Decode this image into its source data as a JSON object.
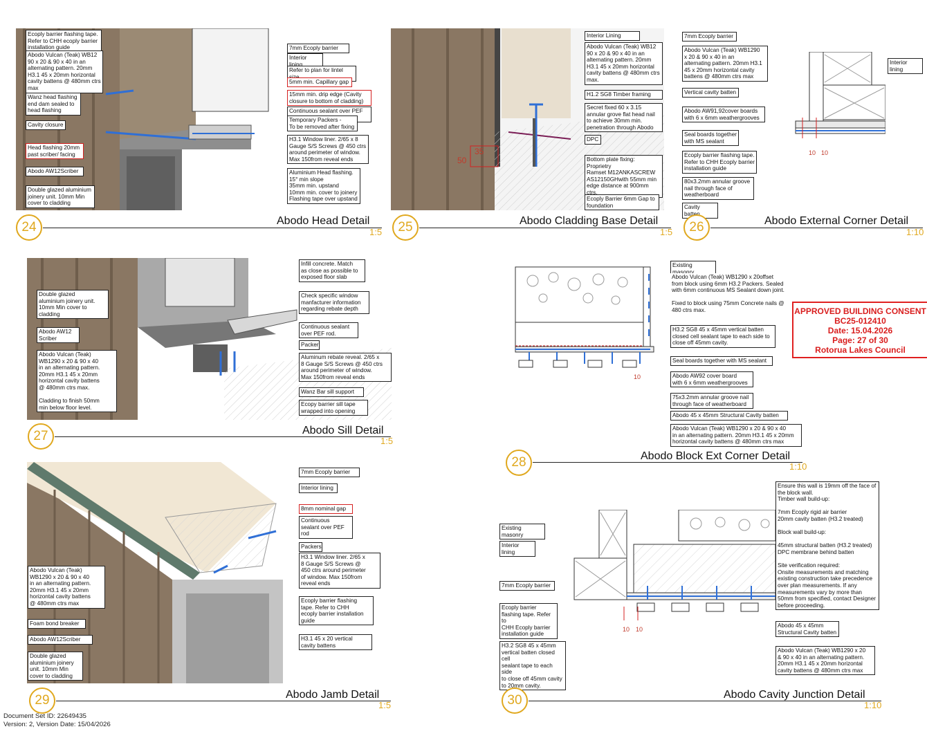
{
  "details": {
    "d24": {
      "number": "24",
      "title": "Abodo Head Detail",
      "scale": "1:5",
      "labels": {
        "a": "Ecoply barrier flashing tape.\nRefer to CHH ecoply barrier\ninstallation guide",
        "b": "Abodo Vulcan (Teak) WB12\n90 x 20 & 90 x 40 in an\nalternating pattern. 20mm\nH3.1 45 x 20mm horizontal\ncavity battens @ 480mm ctrs\nmax",
        "c": "Wanz head flashing\nend dam sealed to\nhead flashing",
        "d": "Cavity closure",
        "e": "Head flashing 20mm\npast scriber/ facing",
        "f": "Abodo AW12Scriber",
        "g": "Double glazed aluminium\njoinery unit. 10mm Min\ncover to cladding",
        "h": "7mm Ecoply barrier",
        "i": "Interior lining",
        "j": "Refer to plan for lintel size",
        "k": "5mm min. Capillary gap",
        "l": "15mm min. drip edge (Cavity\nclosure to bottom of cladding)",
        "m": "Continuous sealant over PEF rod",
        "n": "Temporary Packers -\nTo be removed after fixing",
        "o": "H3.1 Window liner. 2/65 x 8\nGauge S/S Screws @ 450 ctrs\naround perimeter of window.\nMax 150from reveal ends",
        "p": "Aluminium Head flashing.\n15° min slope\n35mm min. upstand\n10mm min. cover to joinery\nFlashing tape over upstand"
      }
    },
    "d25": {
      "number": "25",
      "title": "Abodo Cladding Base Detail",
      "scale": "1:5",
      "dims": {
        "a": "35",
        "b": "50"
      },
      "labels": {
        "a": "Interior Lining",
        "b": "Abodo Vulcan (Teak) WB12\n90 x 20 & 90 x 40 in an\nalternating pattern. 20mm\nH3.1 45 x 20mm horizontal\ncavity battens @ 480mm ctrs\nmax.",
        "c": "H1.2 SG8 Timber framing",
        "d": "Secret fixed 60 x 3.15\nannular grove flat head nail\nto achieve 30mm min.\npenetration through Abodo",
        "e": "DPC",
        "f": "Bottom plate fixing: Proprietry\nRamset M12ANKASCREW\nAS12150GHwith 55mm min\nedge distance at 900mm ctrs.",
        "g": "Ecoply Barrier 6mm Gap to\nfoundation"
      }
    },
    "d26": {
      "number": "26",
      "title": "Abodo External Corner Detail",
      "scale": "1:10",
      "dims": {
        "a": "10",
        "b": "10"
      },
      "labels": {
        "a": "7mm Ecoply barrier",
        "b": "Abodo Vulcan (Teak) WB1290\nx 20 & 90 x 40 in an\nalternating pattern. 20mm H3.1\n45 x 20mm horizontal cavity\nbattens @ 480mm ctrs max",
        "c": "Interior lining",
        "d": "Vertical cavity batten",
        "e": "Abodo AW91,92cover boards\nwith 6 x 6mm weathergrooves",
        "f": "Seal boards together\nwith MS sealant",
        "g": "Ecoply barrier flashing tape.\nRefer to CHH Ecoply barrier\ninstallation guide",
        "h": "80x3.2mm annular groove\nnail through face of\nweatherboard",
        "i": "Cavity batten"
      }
    },
    "d27": {
      "number": "27",
      "title": "Abodo Sill Detail",
      "scale": "1:5",
      "labels": {
        "a": "Double glazed\naluminium joinery unit.\n10mm Min cover to\ncladding",
        "b": "Abodo AW12\nScriber",
        "c": "Abodo Vulcan (Teak)\nWB1290 x 20 & 90 x 40\nin an alternating pattern.\n20mm H3.1 45 x 20mm\nhorizontal cavity battens\n@ 480mm ctrs max.\n\nCladding to finish 50mm\nmin below floor level.",
        "d": "Infill concrete. Match\nas close as possible to\nexposed floor slab",
        "e": "Check specific window\nmanfacturer information\nregarding rebate depth",
        "f": "Continuous sealant\nover PEF rod.",
        "g": "Packer",
        "h": "Aluminum rebate reveal. 2/65 x\n8 Gauge S/S Screws @ 450 ctrs\naround perimeter of window.\nMax 150from reveal ends",
        "i": "Wanz Bar sill support",
        "j": "Ecopy barrier sill tape\nwrapped into opening"
      }
    },
    "d28": {
      "number": "28",
      "title": "Abodo Block Ext Corner Detail",
      "scale": "1:10",
      "dims": {
        "a": "10"
      },
      "labels": {
        "a": "Existing masonry",
        "b": "Abodo Vulcan (Teak) WB1290 x 20offset\nfrom block using 6mm H3.2 Packers. Sealed\nwith 6mm continuous MS Sealant down joint.\n\nFixed to block using 75mm Concrete nails @\n480 ctrs max.",
        "c": "H3.2 SG8 45 x 45mm vertical batten\nclosed cell sealant tape to each side to\nclose off 45mm cavity.",
        "d": "Seal boards together with MS sealant",
        "e": "Abodo AW92 cover board\nwith 6 x 6mm weathergrooves",
        "f": "75x3.2mm annular groove nail\nthrough face of weatherboard",
        "g": "Abodo 45 x 45mm Structural Cavity batten",
        "h": "Abodo Vulcan (Teak) WB1290 x 20 & 90 x 40\nin an alternating pattern. 20mm H3.1 45 x 20mm\nhorizontal cavity battens @ 480mm ctrs max"
      }
    },
    "d29": {
      "number": "29",
      "title": "Abodo Jamb Detail",
      "scale": "1:5",
      "labels": {
        "a": "7mm Ecoply barrier",
        "b": "Interior lining",
        "c": "8mm nominal gap",
        "d": "Continuous\nsealant over PEF\nrod",
        "e": "Packers",
        "f": "H3.1 Window liner. 2/65 x\n8 Gauge S/S Screws @\n450 ctrs around perimeter\nof window. Max 150from\nreveal ends",
        "g": "Ecoply barrier flashing\ntape. Refer to CHH\necoply barrier installation\nguide",
        "h": "H3.1 45 x 20 vertical\ncavity battens",
        "i": "Abodo Vulcan (Teak)\nWB1290 x 20 & 90 x 40\nin an alternating pattern.\n20mm H3.1 45 x 20mm\nhorizontal cavity battens\n@ 480mm ctrs max",
        "j": "Foam bond breaker",
        "k": "Abodo AW12Scriber",
        "l": "Double glazed\naluminium joinery\nunit. 10mm Min\ncover to cladding"
      }
    },
    "d30": {
      "number": "30",
      "title": "Abodo Cavity Junction Detail",
      "scale": "1:10",
      "dims": {
        "a": "10",
        "b": "10"
      },
      "labels": {
        "a": "Ensure this wall is 19mm off the face of\nthe block wall.\nTimber wall build-up:\n\n7mm Ecoply rigid air barrier\n20mm cavity batten (H3.2 treated)\n\nBlock wall build-up:\n\n45mm structural batten (H3.2 treated)\nDPC membrane behind batten\n\nSite verification required:\nOnsite measurements and matching\nexisting construction take precedence\nover plan measurements. If any\nmeasurements vary by more than\n50mm from specified, contact Designer\nbefore proceeding.",
        "b": "Existing masonry",
        "c": "Interior lining",
        "d": "7mm Ecoply barrier",
        "e": "Ecoply barrier\nflashing tape. Refer to\nCHH Ecoply barrier\ninstallation guide",
        "f": "H3.2 SG8 45 x 45mm\nvertical batten closed cell\nsealant tape to each side\nto close off 45mm cavity\nto 20mm cavity.",
        "g": "Abodo 45 x 45mm\nStructural Cavity batten",
        "h": "Abodo Vulcan (Teak) WB1290 x 20\n& 90 x 40 in an alternating pattern.\n20mm H3.1 45 x 20mm horizontal\ncavity battens @ 480mm ctrs max"
      }
    }
  },
  "stamp": {
    "line1": "APPROVED BUILDING CONSENT",
    "line2": "BC25-012410",
    "line3": "Date: 15.04.2026",
    "line4": "Page: 27 of 30",
    "line5": "Rotorua Lakes Council"
  },
  "footer": {
    "line1": "Document Set ID: 22649435",
    "line2": "Version: 2, Version Date: 15/04/2026"
  },
  "colors": {
    "accent": "#e0a81e",
    "stamp": "#d91d1d",
    "cladding": "#8a7763",
    "flashing": "#2f6fd6"
  }
}
